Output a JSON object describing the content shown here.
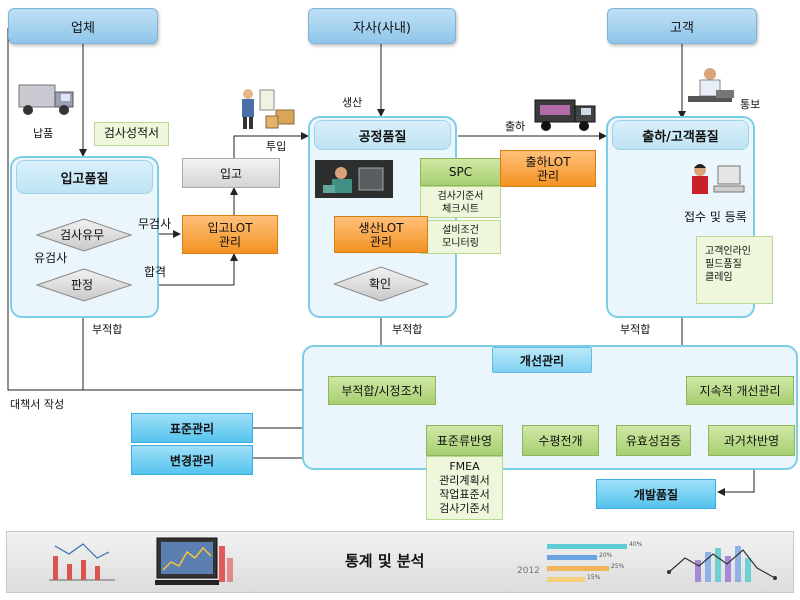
{
  "headers": {
    "vendor": "업체",
    "company": "자사(사내)",
    "customer": "고객"
  },
  "panels": {
    "incoming_quality": "입고품질",
    "process_quality": "공정품질",
    "shipping_quality": "출하/고객품질",
    "improvement": "개선관리"
  },
  "labels": {
    "delivery": "납품",
    "production": "생산",
    "input": "투입",
    "shipping": "출하",
    "notify": "통보",
    "receipt_register": "접수 및 등록",
    "no_inspection": "무검사",
    "with_inspection": "유검사",
    "pass": "합격",
    "nonconform_1": "부적합",
    "nonconform_2": "부적합",
    "nonconform_3": "부적합",
    "corrective_report": "대책서 작성"
  },
  "boxes": {
    "inspection_report": "검사성적서",
    "receiving": "입고",
    "inspection_flag": "검사유무",
    "judgement": "판정",
    "incoming_lot_1": "입고LOT",
    "incoming_lot_2": "관리",
    "spc": "SPC",
    "ship_lot_1": "출하LOT",
    "ship_lot_2": "관리",
    "prod_lot_1": "생산LOT",
    "prod_lot_2": "관리",
    "confirm": "확인",
    "corrective_action": "부적합/시정조치",
    "continuous_improvement": "지속적 개선관리",
    "standard_apply": "표준류반영",
    "horizontal_deploy": "수평전개",
    "effect_verify": "유효성검증",
    "past_reflect": "과거차반영",
    "std_mgmt": "표준관리",
    "change_mgmt": "변경관리",
    "dev_quality": "개발품질"
  },
  "notes": {
    "spc_docs": [
      "검사기준서",
      "체크시트"
    ],
    "equip_docs": [
      "설비조건",
      "모니터링"
    ],
    "customer_docs": [
      "고객인라인",
      "필드품질",
      "클레임"
    ],
    "std_docs": [
      "FMEA",
      "관리계획서",
      "작업표준서",
      "검사기준서"
    ]
  },
  "footer": {
    "title": "통계 및 분석",
    "mini_chart_year": "2012",
    "mini_chart_pcts": [
      "40%",
      "20%",
      "25%",
      "15%"
    ]
  },
  "colors": {
    "panel_border": "#7ccde6",
    "green": "#a8cf72",
    "orange": "#f39322",
    "blue": "#55c3ee"
  }
}
